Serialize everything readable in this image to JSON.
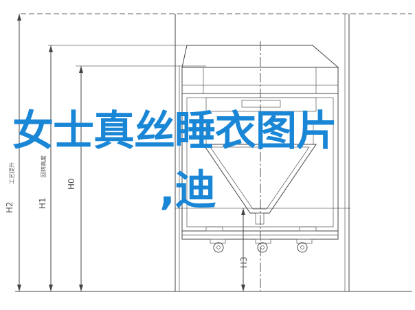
{
  "dimensions": {
    "h2": "H2",
    "h1": "H1",
    "h0": "H0",
    "h3": "H3",
    "note_left": "工艺提升",
    "note_mid": "回转高度"
  },
  "overlay": {
    "line1": "女士真丝睡衣图片",
    "line2": ",迪"
  },
  "colors": {
    "overlay_text": "#1a86d6",
    "line": "#444444"
  }
}
